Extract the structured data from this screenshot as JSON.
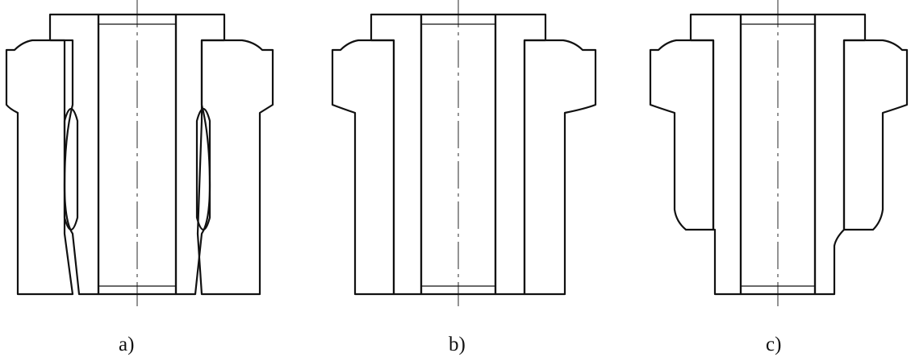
{
  "labels": {
    "a": "a)",
    "b": "b)",
    "c": "c)"
  },
  "style": {
    "line_color": "#111111",
    "background": "#ffffff"
  }
}
